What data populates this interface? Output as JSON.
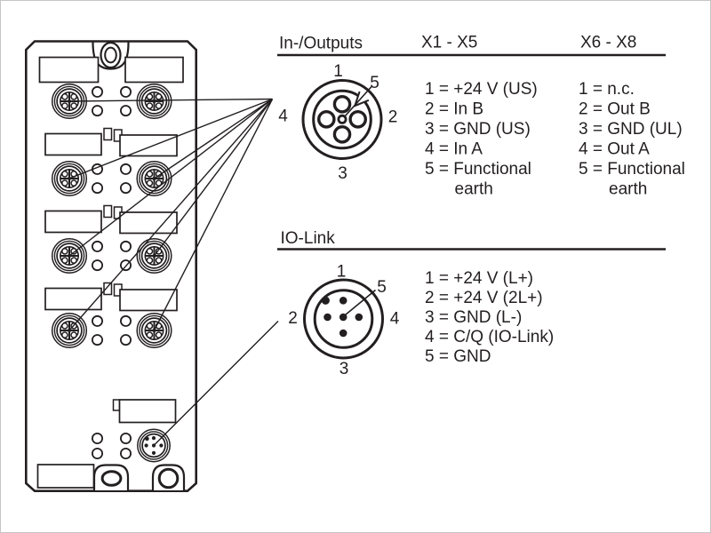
{
  "colors": {
    "ink": "#231f20",
    "background": "#ffffff"
  },
  "inputs_outputs": {
    "heading": "In-/Outputs",
    "range_a": "X1 - X5",
    "range_b": "X6 - X8",
    "pins": {
      "n1": "1",
      "n2": "2",
      "n3": "3",
      "n4": "4",
      "n5": "5"
    },
    "range_a_lines": [
      "1 = +24 V (US)",
      "2 = In B",
      "3 = GND (US)",
      "4 = In A",
      "5 = Functional",
      "earth"
    ],
    "range_b_lines": [
      "1 = n.c.",
      "2 = Out B",
      "3 = GND (UL)",
      "4 = Out A",
      "5 = Functional",
      "earth"
    ]
  },
  "io_link": {
    "heading": "IO-Link",
    "pins": {
      "n1": "1",
      "n2": "2",
      "n3": "3",
      "n4": "4",
      "n5": "5"
    },
    "lines": [
      "1 = +24 V (L+)",
      "2 = +24 V (2L+)",
      "3 = GND (L-)",
      "4 = C/Q (IO-Link)",
      "5 = GND"
    ]
  }
}
